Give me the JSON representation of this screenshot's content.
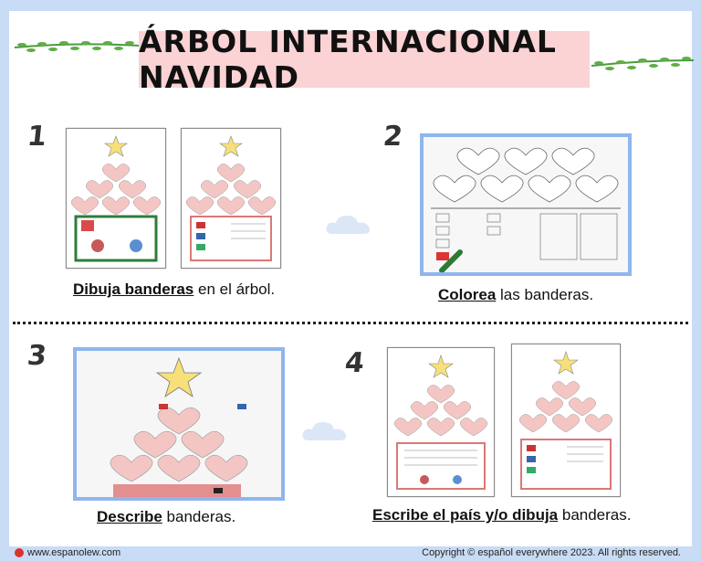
{
  "title": "ÁRBOL INTERNACIONAL NAVIDAD",
  "steps": [
    {
      "number": "1",
      "verb": "Dibuja banderas",
      "rest": " en el árbol."
    },
    {
      "number": "2",
      "verb": "Colorea",
      "rest": " las banderas."
    },
    {
      "number": "3",
      "verb": "Describe",
      "rest": " banderas."
    },
    {
      "number": "4",
      "verb": "Escribe el país y/o dibuja",
      "rest": " banderas."
    }
  ],
  "footer": {
    "website": "www.espanolew.com",
    "copyright": "Copyright © español everywhere 2023. All rights reserved."
  },
  "colors": {
    "background": "#c9dcf5",
    "title_bg": "#fbd3d4",
    "photo_border": "#8fb6ee",
    "heart_pink": "#f3c6c4",
    "star_yellow": "#f7e07a",
    "garland_green": "#4c9a3c"
  }
}
